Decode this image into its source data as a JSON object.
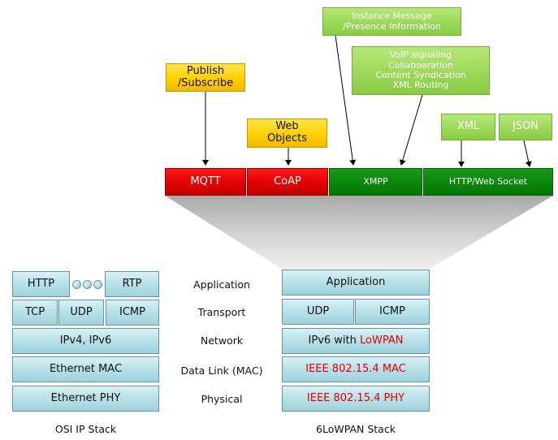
{
  "top_protocols": {
    "mqtt": "MQTT",
    "coap": "CoAP",
    "xmpp": "XMPP",
    "http": "HTTP/Web Socket"
  },
  "annotations": {
    "publish_subscribe": [
      "Publish",
      "/Subscribe"
    ],
    "web_objects": [
      "Web",
      "Objects"
    ],
    "instance_message": [
      "Instance Message",
      "/Presence Information"
    ],
    "voip": [
      "VoIP signaling",
      "Collaboaration",
      "Content Syndication",
      "XML Routing"
    ],
    "xml": "XML",
    "json": "JSON"
  },
  "osi_stack": {
    "http": "HTTP",
    "rtp": "RTP",
    "tcp": "TCP",
    "udp": "UDP",
    "icmp": "ICMP",
    "network": "IPv4, IPv6",
    "datalink": "Ethernet MAC",
    "physical": "Ethernet PHY",
    "caption": "OSI IP Stack"
  },
  "layers": {
    "application": "Application",
    "transport": "Transport",
    "network": "Network",
    "datalink": "Data Link (MAC)",
    "physical": "Physical"
  },
  "lowpan_stack": {
    "application": "Application",
    "udp": "UDP",
    "icmp": "ICMP",
    "network_prefix": "IPv6 with ",
    "network_highlight": "LoWPAN",
    "datalink": "IEEE 802.15.4 MAC",
    "physical": "IEEE 802.15.4 PHY",
    "caption": "6LoWPAN Stack"
  },
  "colors": {
    "teal": "#b9e2ea",
    "red": "#e00000",
    "dark_green": "#0b860b",
    "light_green": "#9cd85a",
    "yellow": "#ffd000",
    "highlight_text": "#e00000"
  }
}
